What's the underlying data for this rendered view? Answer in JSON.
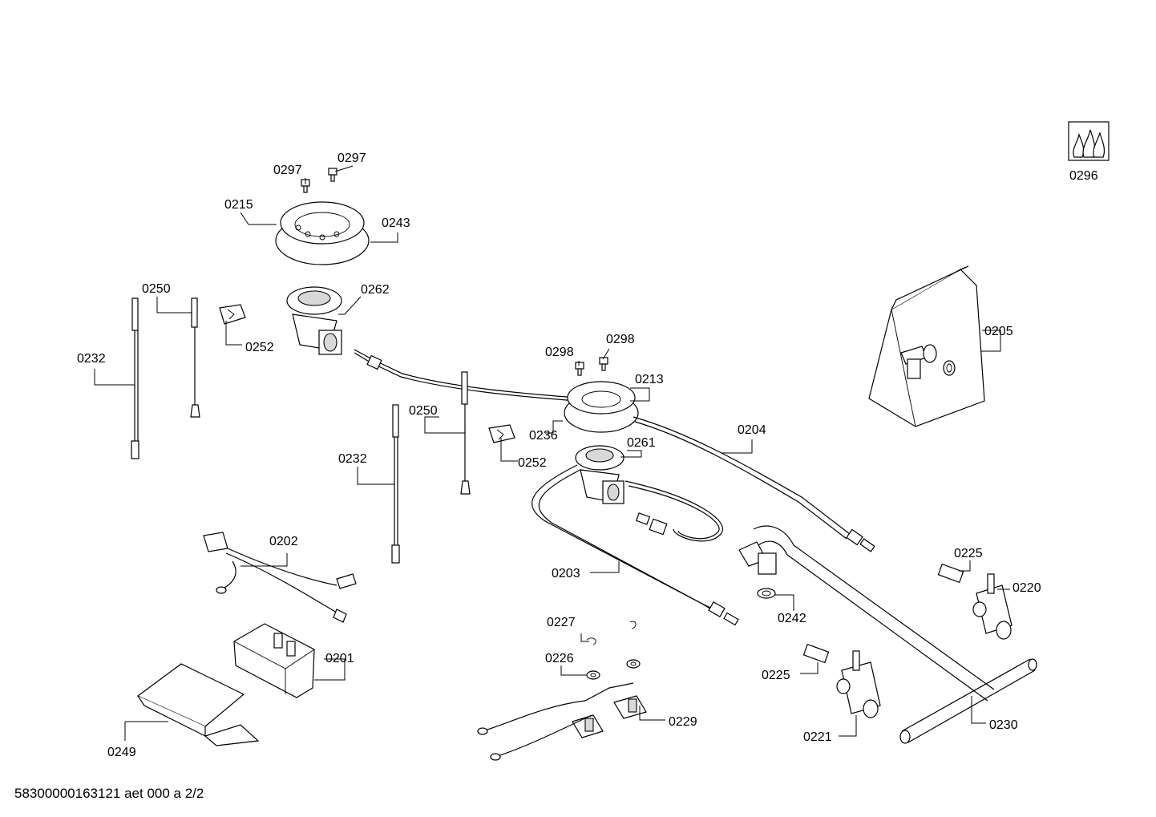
{
  "footer": {
    "document_id": "58300000163121 aet 000 a 2/2"
  },
  "labels": {
    "l0296": "0296",
    "l0297a": "0297",
    "l0297b": "0297",
    "l0215": "0215",
    "l0243": "0243",
    "l0250a": "0250",
    "l0262": "0262",
    "l0252a": "0252",
    "l0232a": "0232",
    "l0298a": "0298",
    "l0298b": "0298",
    "l0213": "0213",
    "l0205": "0205",
    "l0250b": "0250",
    "l0236": "0236",
    "l0204": "0204",
    "l0261": "0261",
    "l0252b": "0252",
    "l0232b": "0232",
    "l0202": "0202",
    "l0203": "0203",
    "l0225a": "0225",
    "l0220": "0220",
    "l0242": "0242",
    "l0227": "0227",
    "l0201": "0201",
    "l0226": "0226",
    "l0225b": "0225",
    "l0229": "0229",
    "l0221": "0221",
    "l0230": "0230",
    "l0249": "0249"
  }
}
